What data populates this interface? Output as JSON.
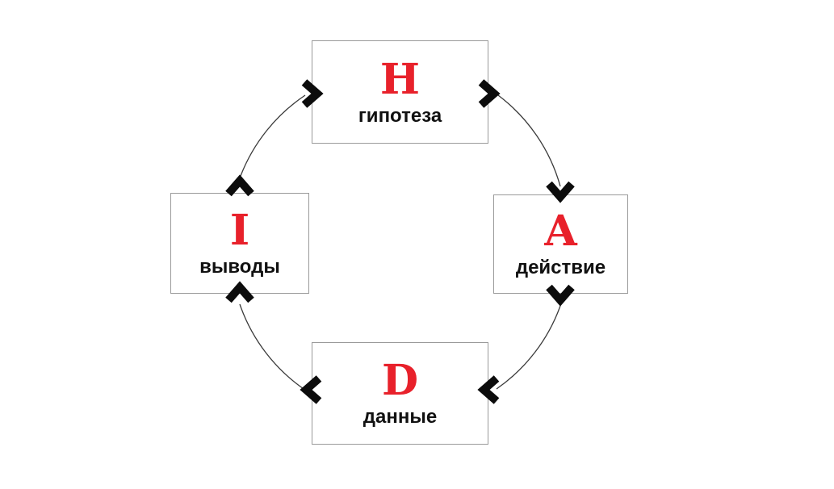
{
  "nodes": [
    {
      "letter": "H",
      "label": "гипотеза"
    },
    {
      "letter": "A",
      "label": "действие"
    },
    {
      "letter": "D",
      "label": "данные"
    },
    {
      "letter": "I",
      "label": "выводы"
    }
  ],
  "colors": {
    "letter_red": "#e8212b",
    "label_black": "#111111",
    "box_border": "#9a9a9a",
    "arrow_black": "#0c0c0c",
    "connector_gray": "#3a3a3a",
    "background": "#ffffff"
  }
}
